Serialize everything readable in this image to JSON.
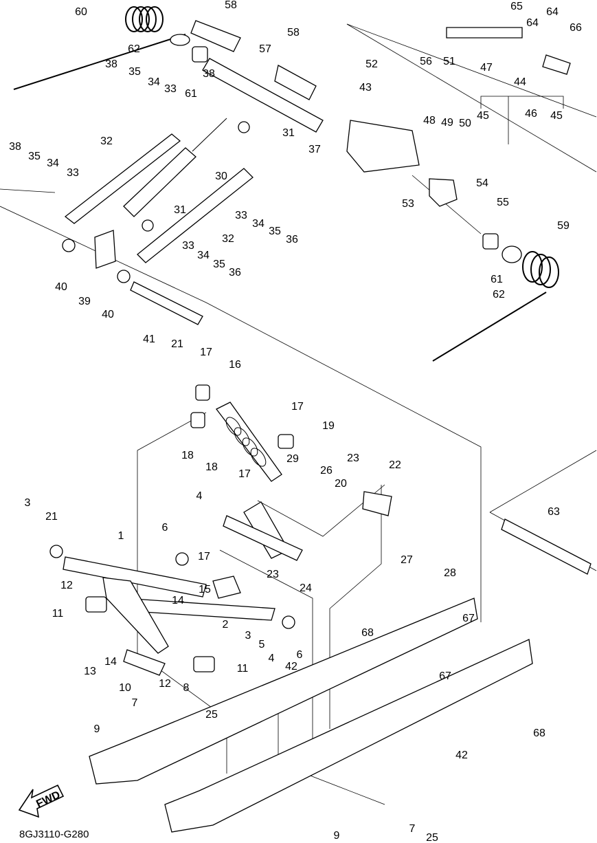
{
  "diagram": {
    "code": "8GJ3110-G280",
    "fwd_label": "FWD",
    "callouts": [
      "60",
      "58",
      "57",
      "58",
      "65",
      "64",
      "64",
      "66",
      "62",
      "61",
      "56",
      "51",
      "47",
      "38",
      "35",
      "34",
      "33",
      "38",
      "52",
      "43",
      "44",
      "48",
      "49",
      "50",
      "45",
      "46",
      "45",
      "38",
      "35",
      "34",
      "33",
      "32",
      "31",
      "37",
      "30",
      "54",
      "55",
      "53",
      "31",
      "33",
      "34",
      "35",
      "36",
      "32",
      "61",
      "59",
      "40",
      "39",
      "33",
      "34",
      "35",
      "36",
      "62",
      "40",
      "41",
      "21",
      "17",
      "16",
      "18",
      "17",
      "19",
      "29",
      "26",
      "23",
      "22",
      "18",
      "17",
      "20",
      "4",
      "3",
      "21",
      "6",
      "17",
      "23",
      "24",
      "27",
      "28",
      "63",
      "1",
      "15",
      "14",
      "12",
      "11",
      "2",
      "3",
      "4",
      "5",
      "6",
      "68",
      "67",
      "13",
      "14",
      "10",
      "12",
      "8",
      "11",
      "42",
      "67",
      "7",
      "25",
      "68",
      "9",
      "42",
      "7",
      "25",
      "9"
    ]
  }
}
